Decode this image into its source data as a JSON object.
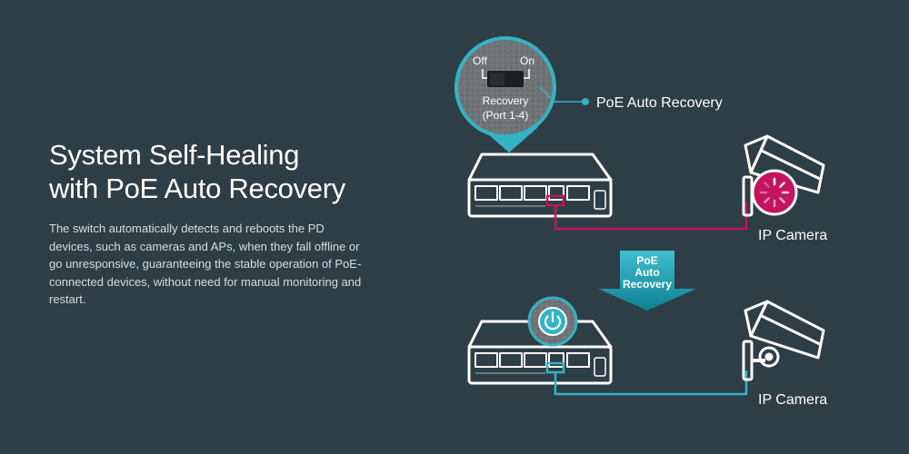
{
  "heading": {
    "line1": "System Self-Healing",
    "line2": "with PoE Auto Recovery"
  },
  "description": "The switch automatically detects and reboots the PD devices, such as cameras and APs, when they fall offline or go unresponsive, guaranteeing the stable operation of PoE-connected devices, without need for manual monitoring and restart.",
  "diagram": {
    "switch_off_label": "Off",
    "switch_on_label": "On",
    "recovery_label": "Recovery",
    "port_range_label": "(Port 1-4)",
    "callout_label": "PoE Auto Recovery",
    "arrow_line1": "PoE",
    "arrow_line2": "Auto",
    "arrow_line3": "Recovery",
    "camera_top_label": "IP Camera",
    "camera_bottom_label": "IP Camera"
  },
  "colors": {
    "background": "#2d3e46",
    "accent_teal": "#34b3c4",
    "fault_magenta": "#c4135f",
    "arrow_light": "#3fbfd1",
    "arrow_dark": "#0e7f91"
  }
}
